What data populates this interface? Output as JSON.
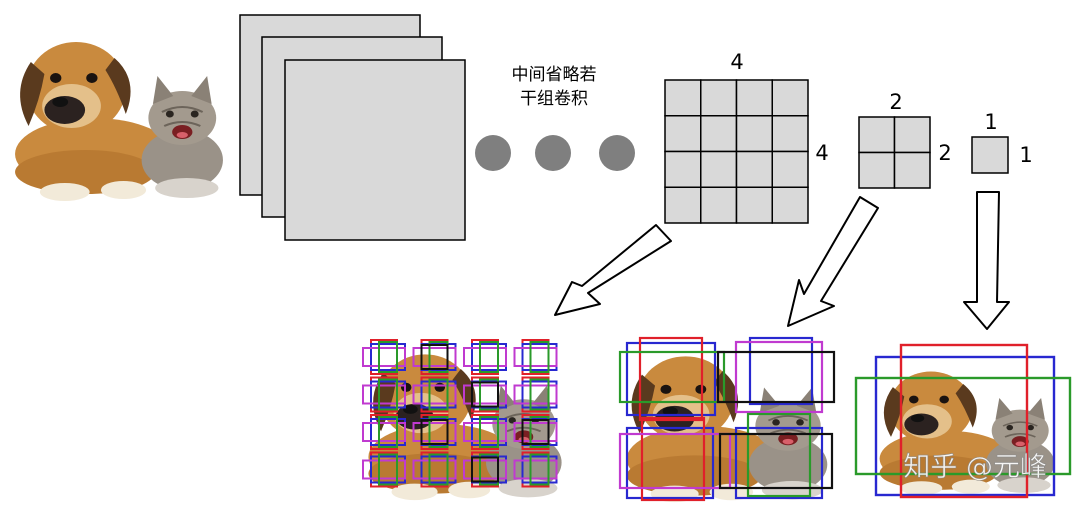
{
  "annotation": {
    "line1": "中间省略若",
    "line2": "干组卷积"
  },
  "grids": [
    {
      "cells": 4,
      "top_label": "4",
      "side_label": "4"
    },
    {
      "cells": 2,
      "top_label": "2",
      "side_label": "2"
    },
    {
      "cells": 1,
      "top_label": "1",
      "side_label": "1"
    }
  ],
  "watermark": "知乎 @元峰",
  "box_colors": [
    "#e0202a",
    "#2828d0",
    "#c03ad0",
    "#2a9a2a",
    "#111111"
  ],
  "icons": {
    "input": "puppy-kitten-image",
    "ellipsis": "gray-dots",
    "arrow": "hollow-arrow"
  }
}
